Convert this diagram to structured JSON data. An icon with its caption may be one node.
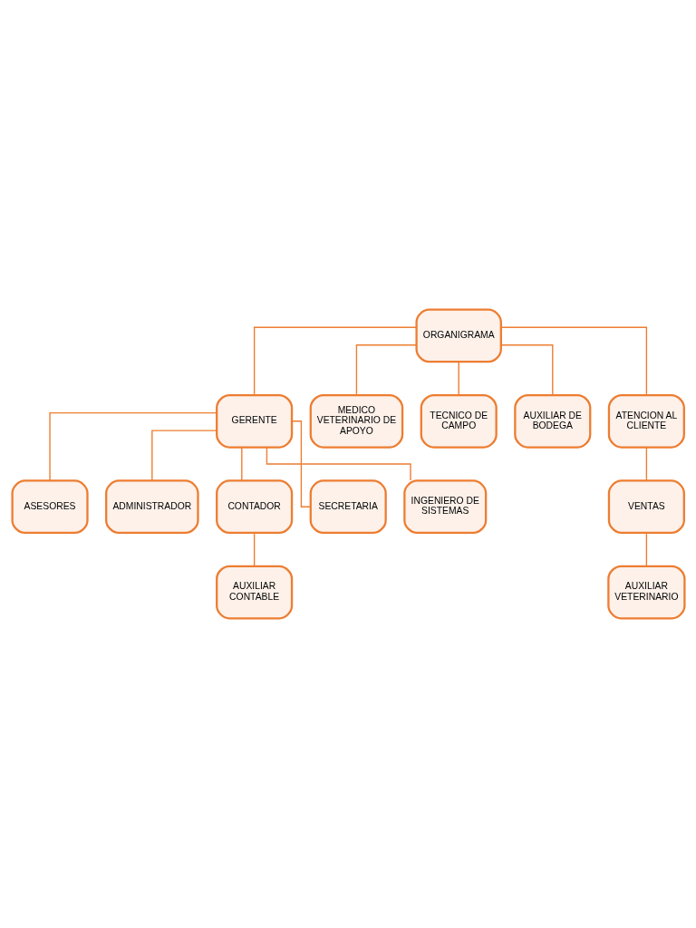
{
  "diagram": {
    "nodes": [
      {
        "text": [
          "ORGANIGRAMA"
        ]
      },
      {
        "text": [
          "GERENTE"
        ]
      },
      {
        "text": [
          "MEDICO VETERINARIO DE APOYO"
        ]
      },
      {
        "text": [
          "TECNICO DE CAMPO"
        ]
      },
      {
        "text": [
          "AUXILIAR DE BODEGA"
        ]
      },
      {
        "text": [
          "ATENCION AL CLIENTE"
        ]
      },
      {
        "text": [
          "ASESORES"
        ]
      },
      {
        "text": [
          "ADMINISTRADOR"
        ]
      },
      {
        "text": [
          "CONTADOR"
        ]
      },
      {
        "text": [
          "SECRETARIA"
        ]
      },
      {
        "text": [
          "INGENIERO DE SISTEMAS"
        ]
      },
      {
        "text": [
          "AUXILIAR CONTABLE"
        ]
      },
      {
        "text": [
          "VENTAS"
        ]
      },
      {
        "text": [
          "AUXILIAR VETERINARIO"
        ]
      }
    ],
    "edges": [
      {
        "from": 0,
        "to": 1,
        "arrow": "none"
      },
      {
        "from": 0,
        "to": 2,
        "arrow": "none"
      },
      {
        "from": 0,
        "to": 3,
        "arrow": "none"
      },
      {
        "from": 0,
        "to": 4,
        "arrow": "none"
      },
      {
        "from": 0,
        "to": 5,
        "arrow": "none"
      },
      {
        "from": 1,
        "to": 6,
        "arrow": "none"
      },
      {
        "from": 1,
        "to": 7,
        "arrow": "none"
      },
      {
        "from": 1,
        "to": 8,
        "arrow": "none"
      },
      {
        "from": 1,
        "to": 9,
        "arrow": "none"
      },
      {
        "from": 1,
        "to": 10,
        "arrow": "none"
      },
      {
        "from": 8,
        "to": 11,
        "arrow": "none"
      },
      {
        "from": 5,
        "to": 12,
        "arrow": "none"
      },
      {
        "from": 12,
        "to": 13,
        "arrow": "none"
      }
    ]
  }
}
